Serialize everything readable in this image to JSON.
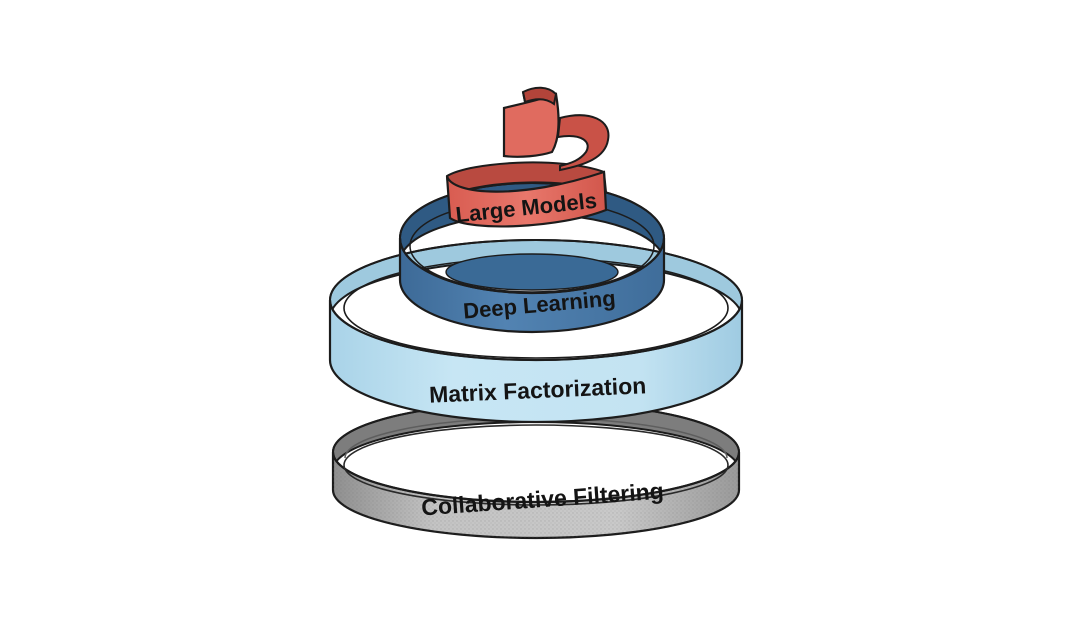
{
  "diagram": {
    "layers": [
      {
        "label": "Collaborative Filtering",
        "color": "#b9b9b9"
      },
      {
        "label": "Matrix Factorization",
        "color": "#bfe1f0"
      },
      {
        "label": "Deep Learning",
        "color": "#4a7aa8"
      },
      {
        "label": "Large Models",
        "color": "#e06b5f"
      }
    ],
    "outline_color": "#1c1c1c"
  }
}
